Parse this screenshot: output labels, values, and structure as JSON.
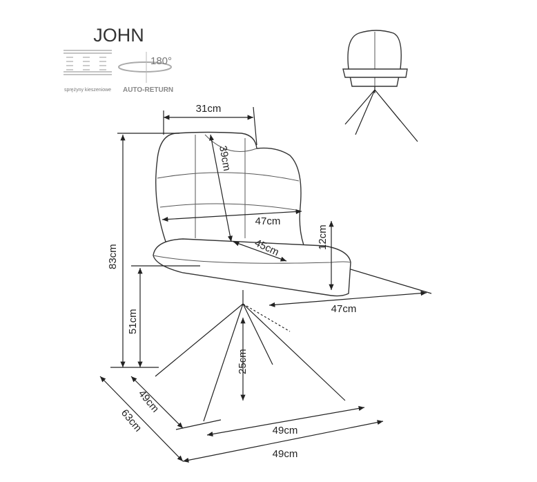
{
  "product": {
    "name": "JOHN"
  },
  "features": [
    {
      "icon": "pocket-springs-icon",
      "label": "sprężyny kieszeniowe"
    },
    {
      "icon": "rotation-180-icon",
      "angle": "180°",
      "label": "AUTO-RETURN"
    }
  ],
  "dimensions": {
    "backrest_top_width": "31cm",
    "backrest_height": "39cm",
    "backrest_width": "47cm",
    "seat_depth": "45cm",
    "armrest_height": "12cm",
    "total_height": "83cm",
    "seat_height": "51cm",
    "seat_width": "47cm",
    "base_height": "25cm",
    "base_depth": "49cm",
    "total_depth": "63cm",
    "base_width": "49cm",
    "total_width": "49cm"
  }
}
